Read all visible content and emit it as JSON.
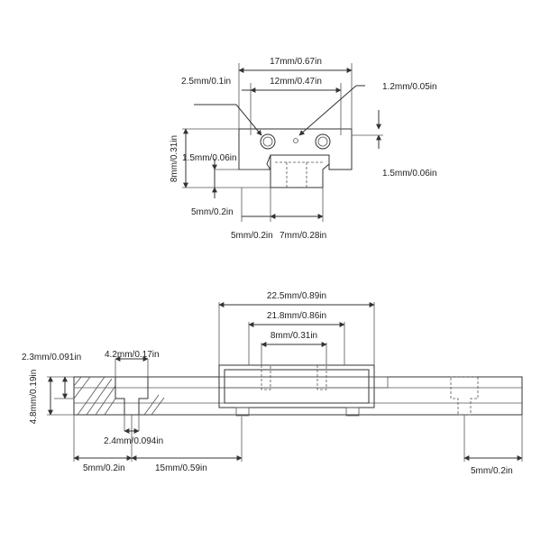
{
  "top_view": {
    "labels": {
      "total_width": "17mm/0.67in",
      "hole_spacing": "12mm/0.47in",
      "hole_diameter": "2.5mm/0.1in",
      "grease_hole": "1.2mm/0.05in",
      "rail_gap_left": "1.5mm/0.06in",
      "rail_gap_right": "1.5mm/0.06in",
      "total_height": "8mm/0.31in",
      "rail_height": "5mm/0.2in",
      "rail_width_label": "5mm/0.2in",
      "rail_width_mm": "7mm/0.28in"
    }
  },
  "side_view": {
    "labels": {
      "block_length": "22.5mm/0.89in",
      "block_inner": "21.8mm/0.86in",
      "screw_spacing": "8mm/0.31in",
      "counterbore_depth": "2.3mm/0.091in",
      "counterbore_dia": "4.2mm/0.17in",
      "rail_height": "4.8mm/0.19in",
      "hole_dia": "2.4mm/0.094in",
      "rail_end_left": "5mm/0.2in",
      "hole_pitch": "15mm/0.59in",
      "rail_end_right": "5mm/0.2in"
    }
  }
}
